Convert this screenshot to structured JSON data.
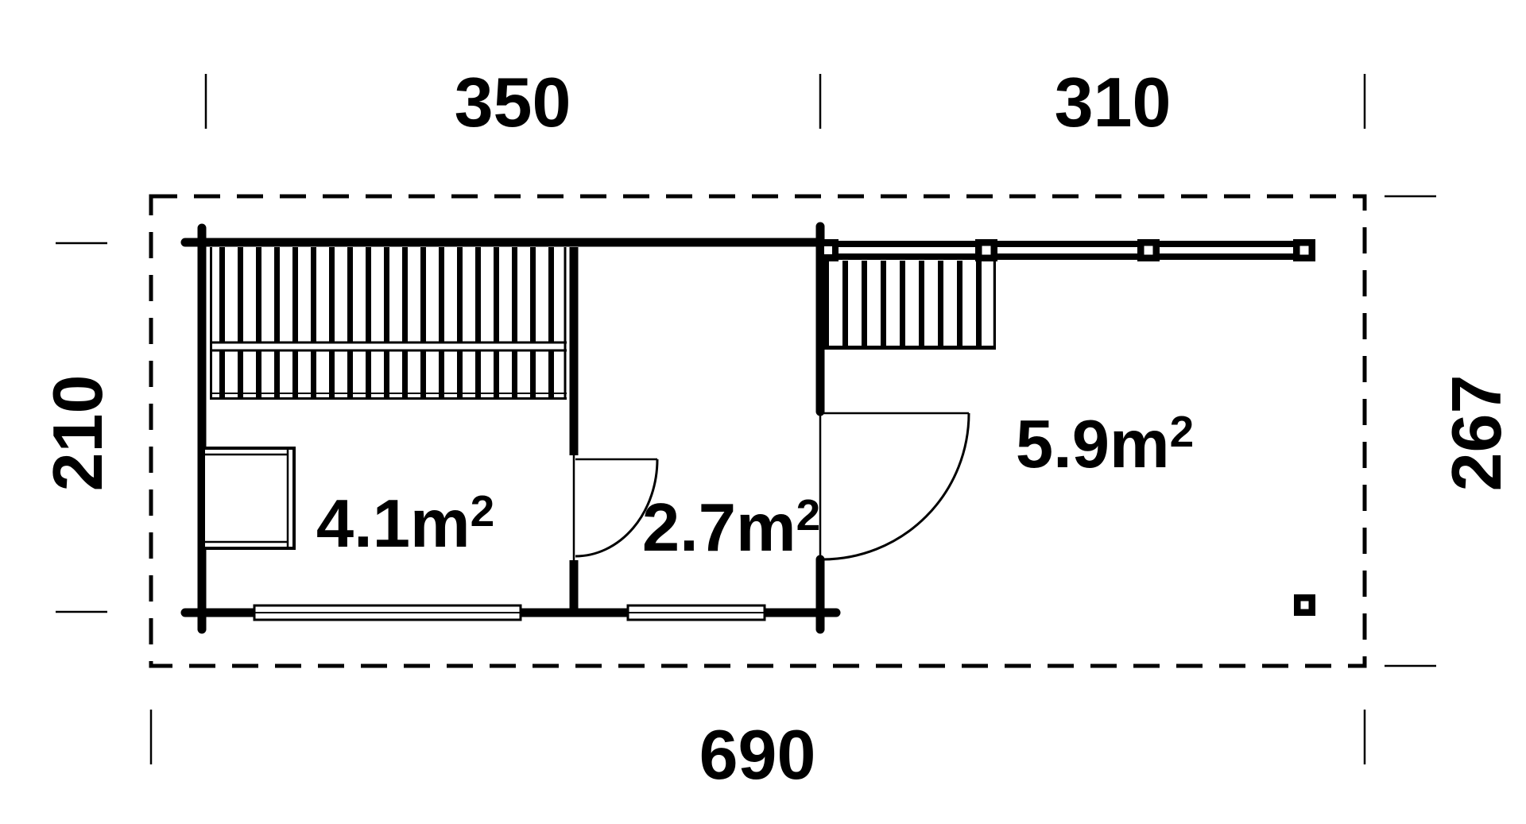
{
  "page": {
    "background": "#ffffff",
    "line_color": "#000000",
    "drawing_type": "floor plan"
  },
  "dimensions": {
    "width_left_section": "350",
    "width_right_section": "310",
    "height_left": "210",
    "height_right": "267",
    "width_total": "690"
  },
  "rooms": {
    "sauna": {
      "area_base": "4.1m",
      "area_sup": "2"
    },
    "anteroom": {
      "area_base": "2.7m",
      "area_sup": "2"
    },
    "terrace": {
      "area_base": "5.9m",
      "area_sup": "2"
    }
  }
}
